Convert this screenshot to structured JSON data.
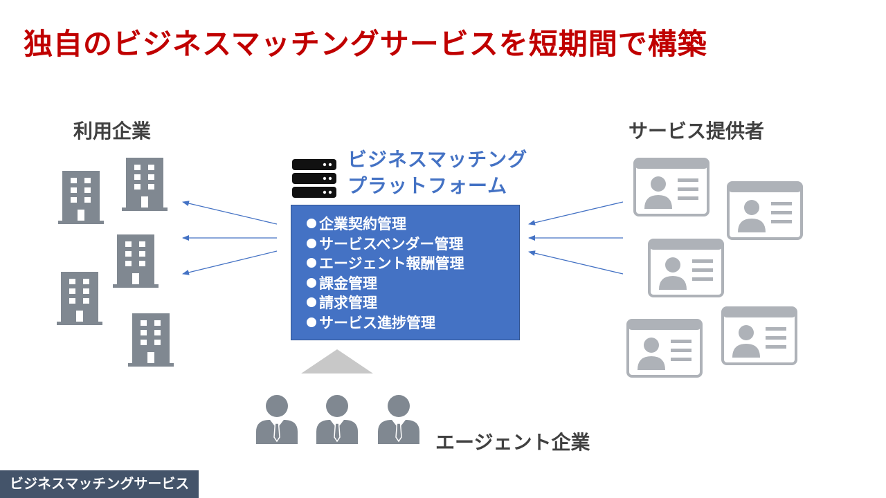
{
  "title": "独自のビジネスマッチングサービスを短期間で構築",
  "left_label": "利用企業",
  "right_label": "サービス提供者",
  "platform": {
    "line1": "ビジネスマッチング",
    "line2": "プラットフォーム",
    "features": [
      "企業契約管理",
      "サービスベンダー管理",
      "エージェント報酬管理",
      "課金管理",
      "請求管理",
      "サービス進捗管理"
    ]
  },
  "agent_label": "エージェント企業",
  "footer": "ビジネスマッチングサービス",
  "colors": {
    "title": "#c00000",
    "accent_blue": "#4472c4",
    "icon_gray": "#808891",
    "card_gray": "#aeb2b8",
    "footer_bg": "#44546a"
  },
  "icons": [
    "building-icon",
    "server-icon",
    "id-card-icon",
    "businessman-icon",
    "arrow-icon"
  ]
}
